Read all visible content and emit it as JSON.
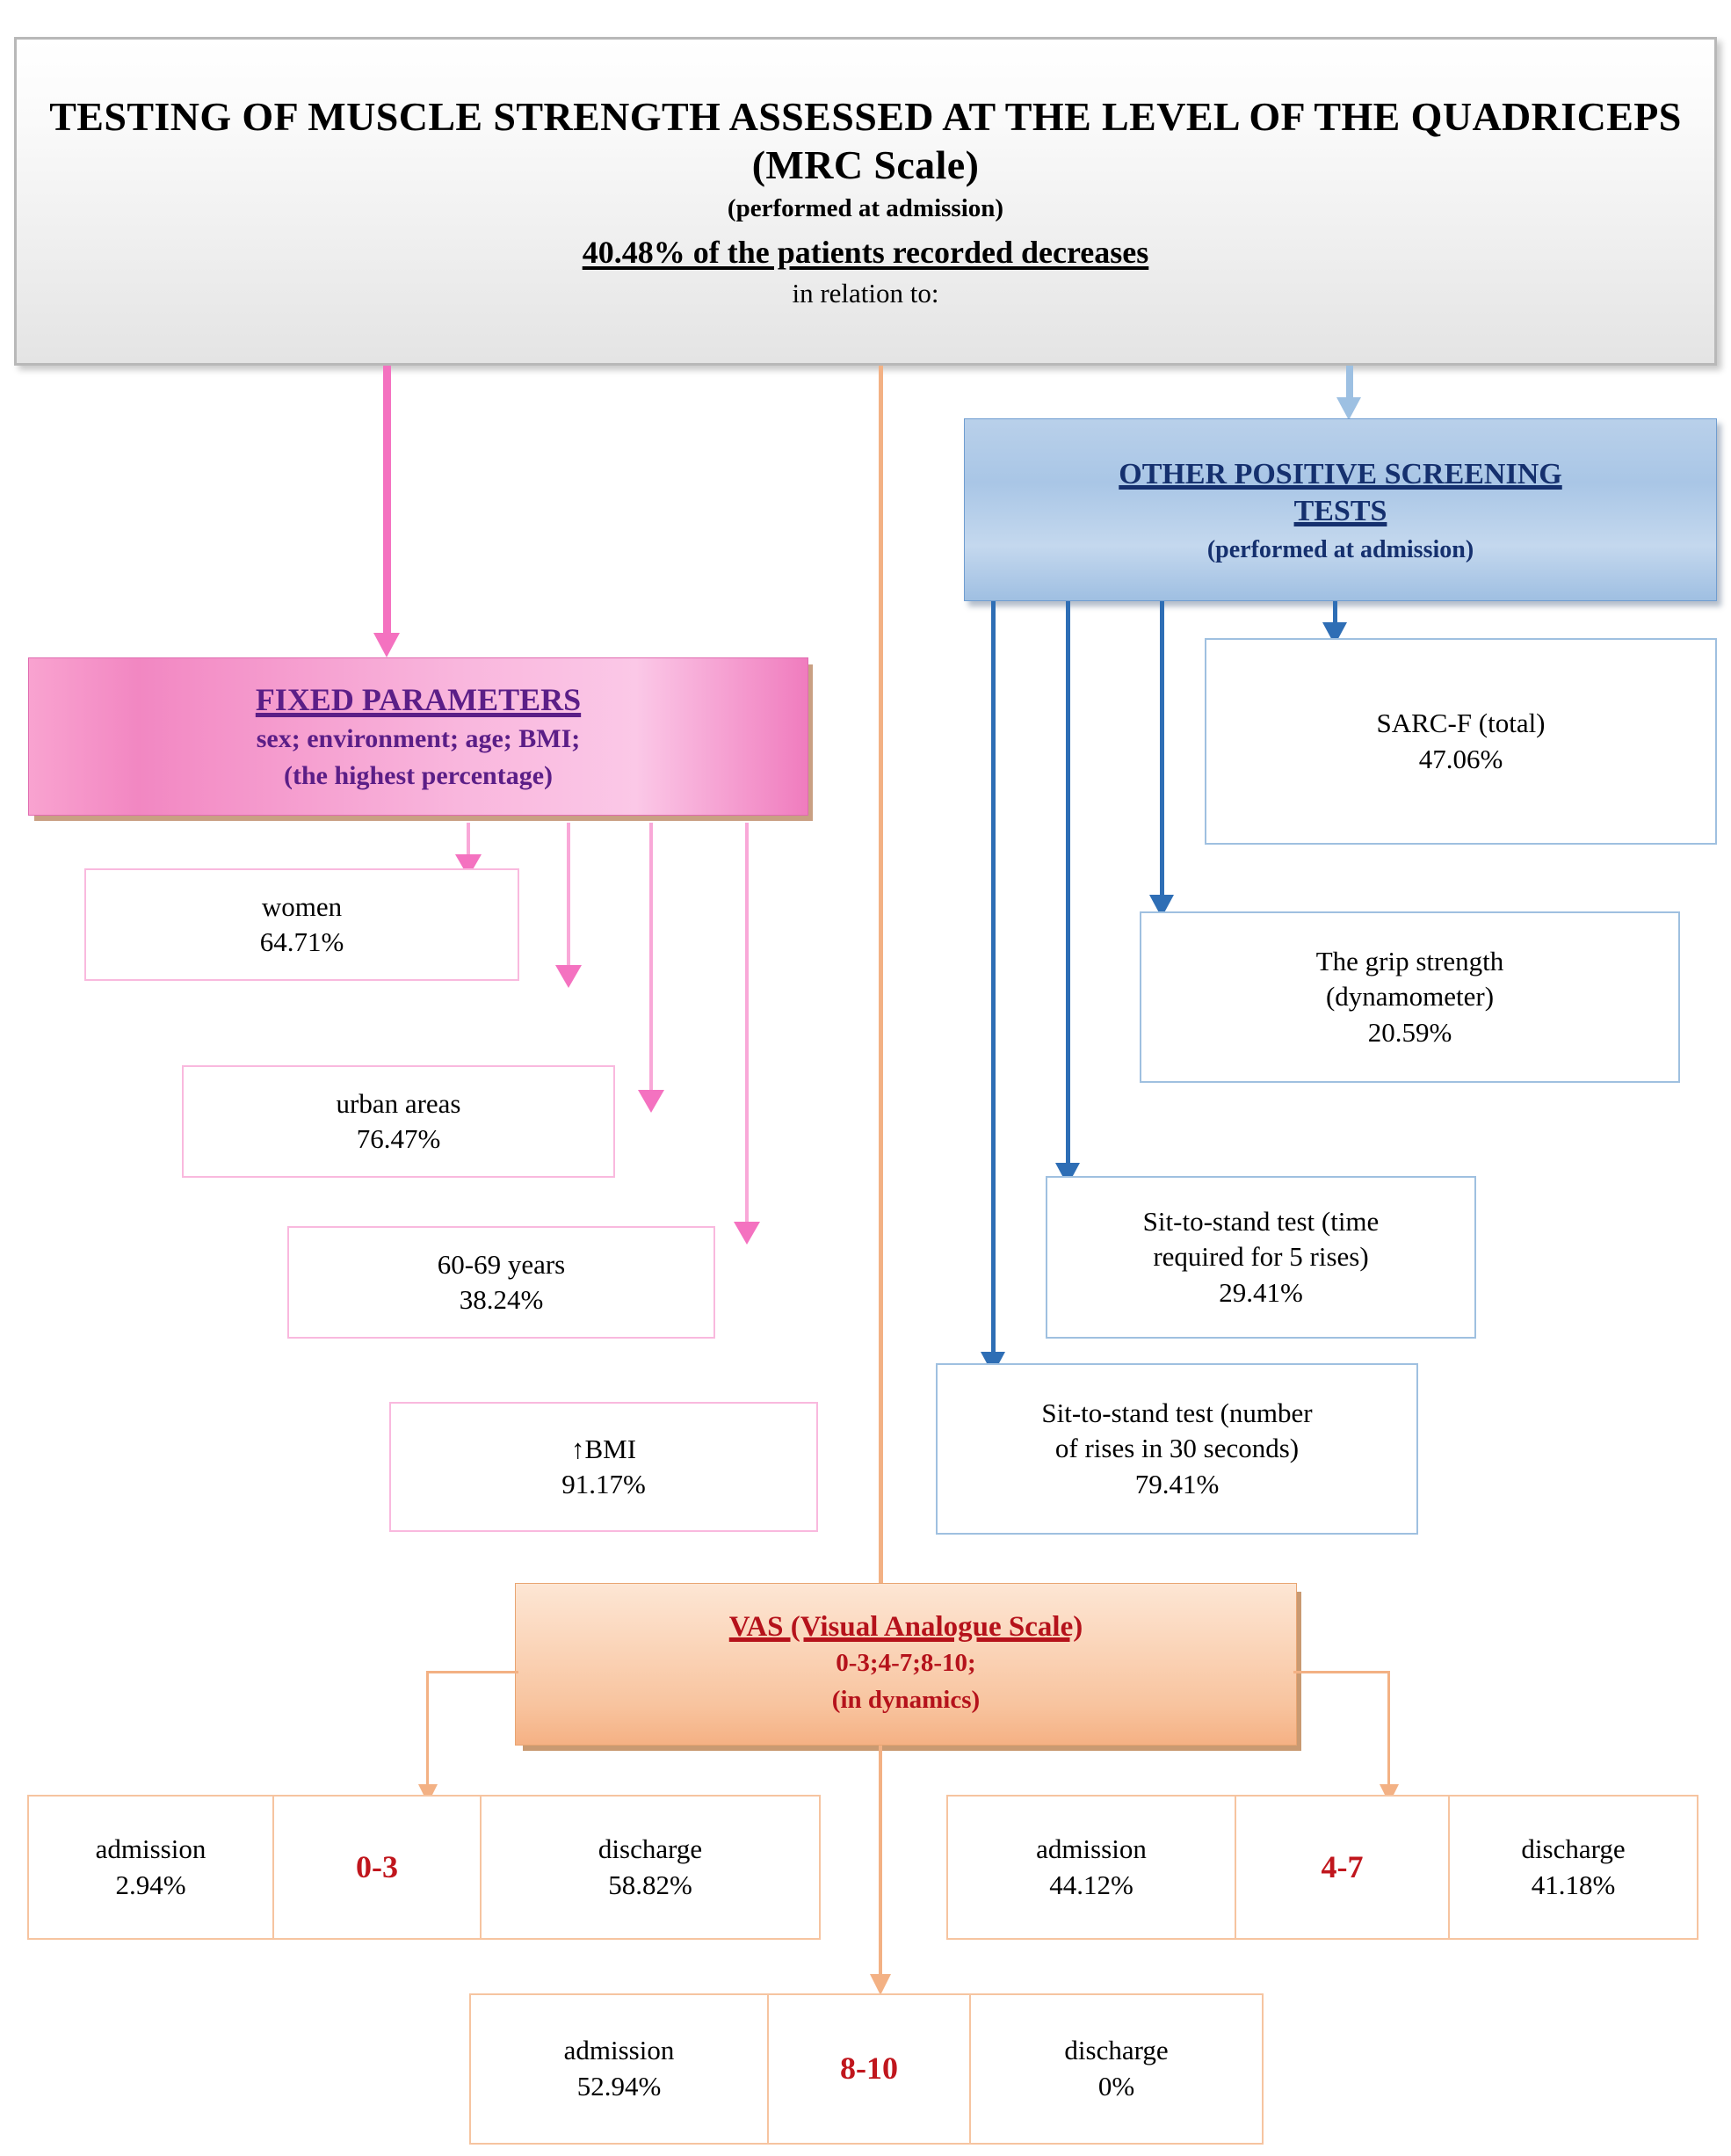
{
  "header": {
    "line1": "TESTING OF MUSCLE STRENGTH ASSESSED AT THE LEVEL OF THE QUADRICEPS (MRC Scale)",
    "line2": "(performed at admission)",
    "line3": "40.48% of the patients recorded decreases",
    "line4": "in relation to:"
  },
  "fixed_parameters": {
    "title": "FIXED PARAMETERS",
    "subtitle_line1": "sex; environment; age; BMI;",
    "subtitle_line2": "(the highest percentage)",
    "items": [
      {
        "label": "women",
        "value": "64.71%"
      },
      {
        "label": "urban areas",
        "value": "76.47%"
      },
      {
        "label": "60-69 years",
        "value": "38.24%"
      },
      {
        "label": "↑BMI",
        "value": "91.17%"
      }
    ]
  },
  "screening_tests": {
    "title_line1": "OTHER POSITIVE SCREENING",
    "title_line2": "TESTS",
    "subtitle": "(performed at admission)",
    "items": [
      {
        "label_line1": "SARC-F (total)",
        "label_line2": "",
        "value": "47.06%"
      },
      {
        "label_line1": "The grip strength",
        "label_line2": "(dynamometer)",
        "value": "20.59%"
      },
      {
        "label_line1": "Sit-to-stand test (time",
        "label_line2": "required for 5 rises)",
        "value": "29.41%"
      },
      {
        "label_line1": "Sit-to-stand test (number",
        "label_line2": "of rises in 30 seconds)",
        "value": "79.41%"
      }
    ]
  },
  "vas": {
    "title": "VAS (Visual Analogue Scale)",
    "subtitle_line1": "0-3;4-7;8-10;",
    "subtitle_line2": "(in dynamics)",
    "groups": [
      {
        "score": "0-3",
        "admission_label": "admission",
        "admission_value": "2.94%",
        "discharge_label": "discharge",
        "discharge_value": "58.82%"
      },
      {
        "score": "4-7",
        "admission_label": "admission",
        "admission_value": "44.12%",
        "discharge_label": "discharge",
        "discharge_value": "41.18%"
      },
      {
        "score": "8-10",
        "admission_label": "admission",
        "admission_value": "52.94%",
        "discharge_label": "discharge",
        "discharge_value": "0%"
      }
    ]
  },
  "colors": {
    "pink_accent": "#f472c0",
    "blue_accent": "#2e6eb5",
    "orange_accent": "#f3b184",
    "score_red": "#c0161d",
    "pink_title_purple": "#5b1e87",
    "blue_title_navy": "#15306e"
  }
}
